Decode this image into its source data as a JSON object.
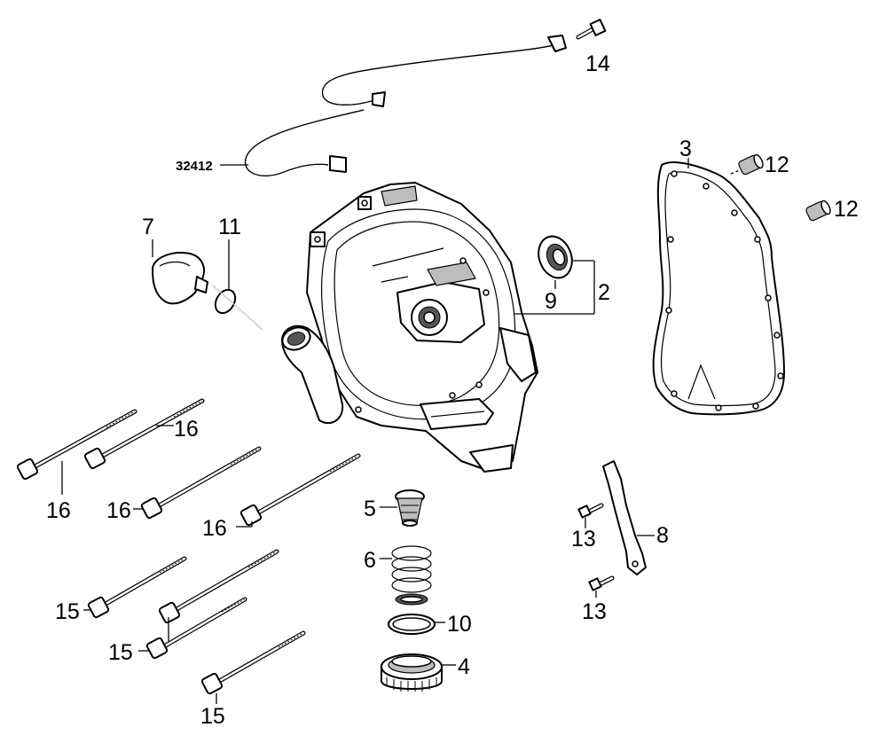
{
  "callouts": {
    "p14": "14",
    "p32412": "32412",
    "p3": "3",
    "p12a": "12",
    "p12b": "12",
    "p7": "7",
    "p11": "11",
    "p9": "9",
    "p2": "2",
    "p16a": "16",
    "p16b": "16",
    "p16c": "16",
    "p16d": "16",
    "p5": "5",
    "p6": "6",
    "p13a": "13",
    "p8": "8",
    "p13b": "13",
    "p15a": "15",
    "p10": "10",
    "p15b": "15",
    "p4": "4",
    "p15c": "15"
  }
}
